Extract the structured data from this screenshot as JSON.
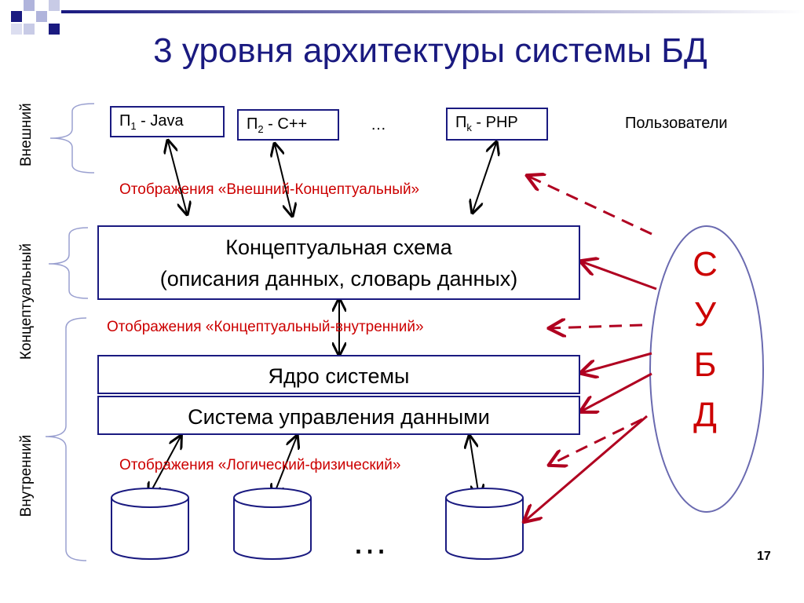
{
  "slide": {
    "title": "3 уровня архитектуры системы БД",
    "page_number": "17"
  },
  "levels": {
    "external": "Внешний",
    "conceptual": "Концептуальный",
    "internal": "Внутренний"
  },
  "programs": [
    {
      "prefix": "П",
      "sub": "1",
      "suffix": " - Java"
    },
    {
      "prefix": "П",
      "sub": "2",
      "suffix": " - C++"
    },
    {
      "prefix": "П",
      "sub": "k",
      "suffix": " - PHP"
    }
  ],
  "programs_ellipsis": "…",
  "users_label": "Пользователи",
  "mappings": {
    "external_conceptual": "Отображения «Внешний-Концептуальный»",
    "conceptual_internal": "Отображения «Концептуальный-внутренний»",
    "logical_physical": "Отображения «Логический-физический»"
  },
  "conceptual_schema": {
    "line1": "Концептуальная схема",
    "line2": "(описания данных, словарь данных)"
  },
  "core_label": "Ядро системы",
  "data_mgmt_label": "Система управления данными",
  "storage_ellipsis": "…",
  "dbms_letters": [
    "С",
    "У",
    "Б",
    "Д"
  ],
  "colors": {
    "title": "#1a1a80",
    "box_border": "#1a1a80",
    "mapping_text": "#cc0000",
    "dbms_arrow": "#b00020",
    "ellipse_border": "#6a6ab0",
    "brace": "#9aa0d0"
  }
}
